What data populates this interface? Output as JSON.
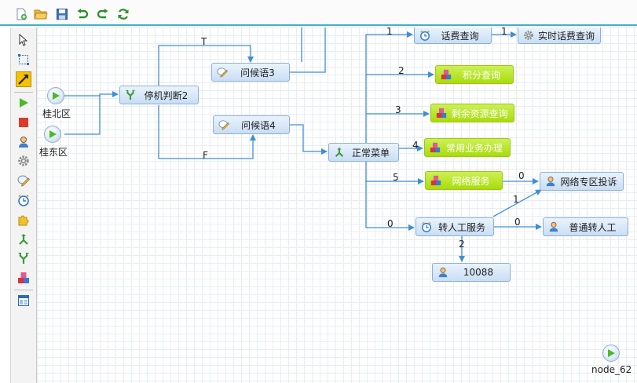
{
  "colors": {
    "accent": "#3db1c8",
    "edge": "#3f8fd2",
    "node_fill": "#d8e8f8",
    "node_green": "#b4e31d",
    "selected_tool": "#f6c200"
  },
  "toolbar": {
    "items": [
      {
        "name": "new-file-icon"
      },
      {
        "name": "open-folder-icon"
      },
      {
        "name": "save-icon"
      },
      {
        "name": "undo-icon"
      },
      {
        "name": "redo-icon"
      },
      {
        "name": "refresh-icon"
      }
    ]
  },
  "palette": {
    "items": [
      {
        "name": "pointer-tool-icon"
      },
      {
        "name": "marquee-select-icon"
      },
      {
        "name": "transition-arrow-icon",
        "selected": true
      },
      {
        "name": "start-node-icon"
      },
      {
        "name": "end-node-icon"
      },
      {
        "name": "agent-icon"
      },
      {
        "name": "gear-icon"
      },
      {
        "name": "prompt-edit-icon"
      },
      {
        "name": "clock-icon"
      },
      {
        "name": "puzzle-icon"
      },
      {
        "name": "menu-branch-icon"
      },
      {
        "name": "decision-fork-icon"
      },
      {
        "name": "service-cubes-icon"
      },
      {
        "name": "layout-panel-icon"
      }
    ]
  },
  "starts": [
    {
      "id": "s1",
      "label": "桂北区"
    },
    {
      "id": "s2",
      "label": "桂东区"
    },
    {
      "id": "s3",
      "label": "node_62"
    }
  ],
  "nodes": [
    {
      "id": "n_stop",
      "label": "停机判断2",
      "icon": "decision-fork-icon"
    },
    {
      "id": "n_g3",
      "label": "问候语3",
      "icon": "prompt-edit-icon"
    },
    {
      "id": "n_g4",
      "label": "问候语4",
      "icon": "prompt-edit-icon"
    },
    {
      "id": "n_menu",
      "label": "正常菜单",
      "icon": "menu-branch-icon"
    },
    {
      "id": "n_fee",
      "label": "话费查询",
      "icon": "clock-icon"
    },
    {
      "id": "n_rtfee",
      "label": "实时话费查询",
      "icon": "gear-icon"
    },
    {
      "id": "n_pts",
      "label": "积分查询",
      "icon": "service-cubes-icon"
    },
    {
      "id": "n_res",
      "label": "剩余资源查询",
      "icon": "service-cubes-icon"
    },
    {
      "id": "n_biz",
      "label": "常用业务办理",
      "icon": "service-cubes-icon"
    },
    {
      "id": "n_net",
      "label": "网络服务",
      "icon": "service-cubes-icon"
    },
    {
      "id": "n_cmp",
      "label": "网络专区投诉",
      "icon": "agent-icon"
    },
    {
      "id": "n_man",
      "label": "转人工服务",
      "icon": "clock-icon"
    },
    {
      "id": "n_norm",
      "label": "普通转人工",
      "icon": "agent-icon"
    },
    {
      "id": "n_10088",
      "label": "10088",
      "icon": "agent-icon"
    }
  ],
  "edge_labels": [
    {
      "id": "t",
      "text": "T"
    },
    {
      "id": "f",
      "text": "F"
    },
    {
      "id": "e1",
      "text": "1"
    },
    {
      "id": "e1b",
      "text": "1"
    },
    {
      "id": "e2",
      "text": "2"
    },
    {
      "id": "e3",
      "text": "3"
    },
    {
      "id": "e4",
      "text": "4"
    },
    {
      "id": "e5",
      "text": "5"
    },
    {
      "id": "e0",
      "text": "0"
    },
    {
      "id": "e0net",
      "text": "0"
    },
    {
      "id": "e1man",
      "text": "1"
    },
    {
      "id": "e0man",
      "text": "0"
    },
    {
      "id": "e2man",
      "text": "2"
    }
  ]
}
